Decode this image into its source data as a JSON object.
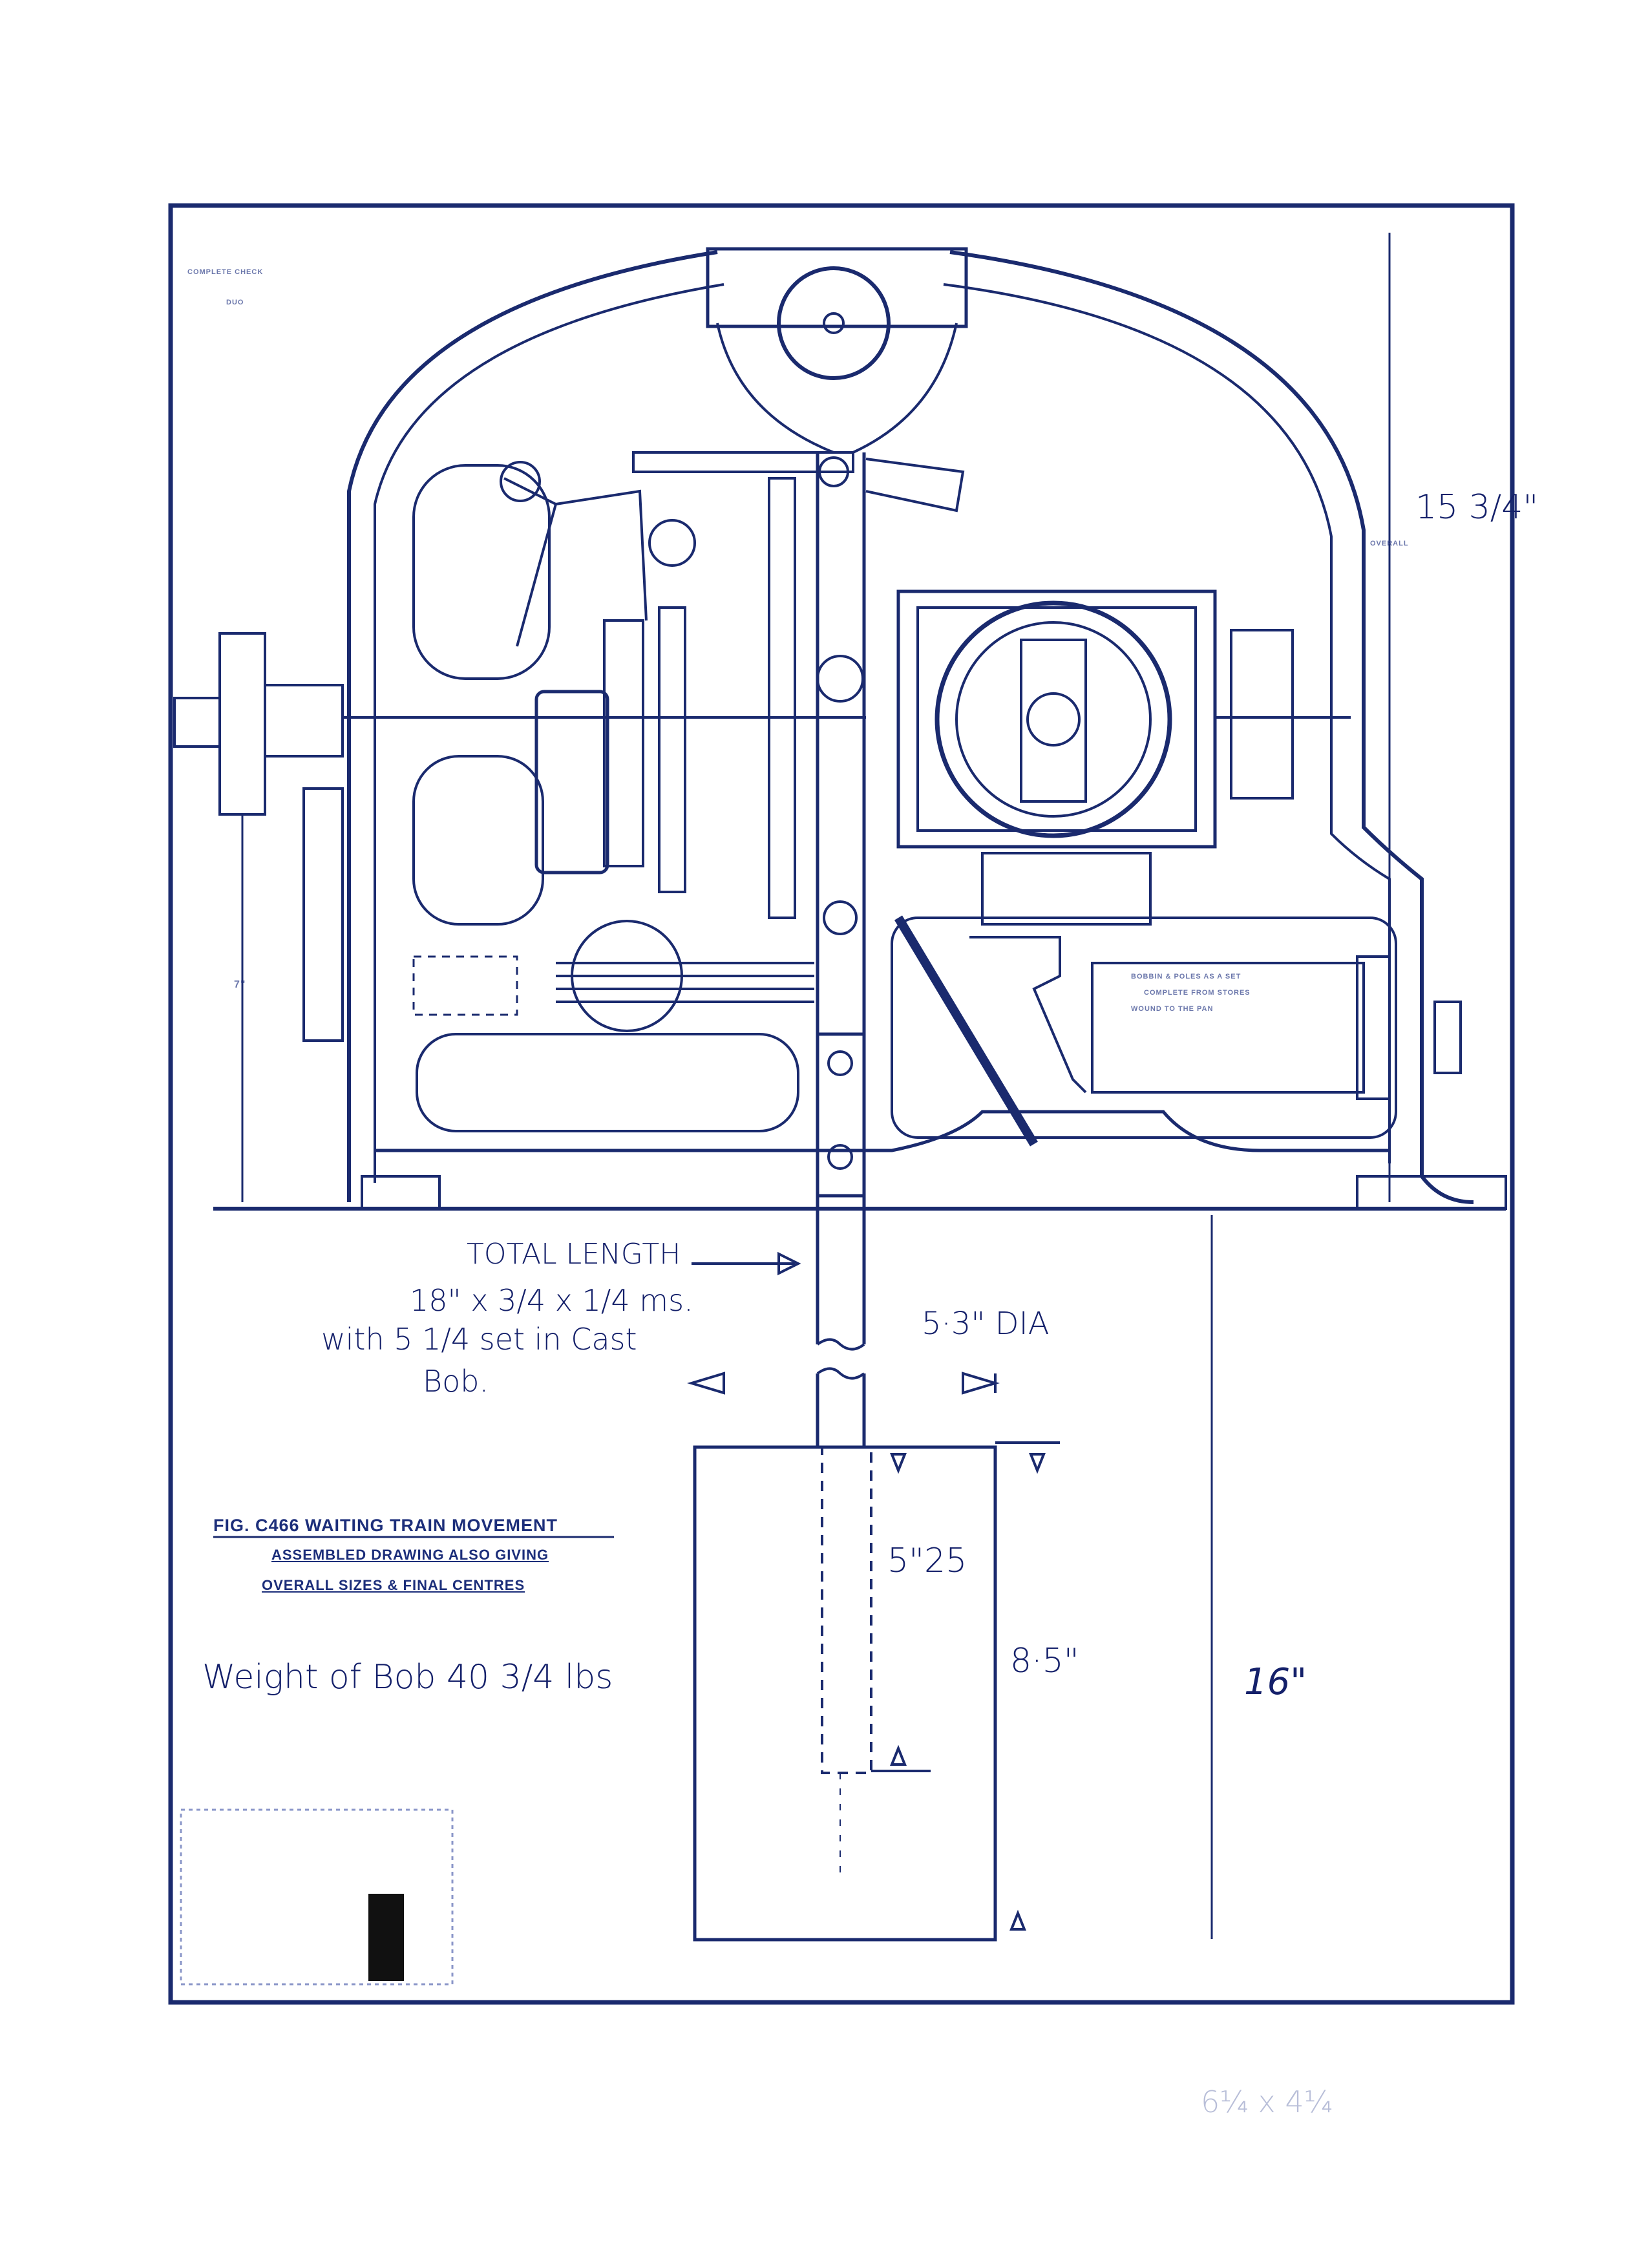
{
  "drawing": {
    "ink_color": "#1a2a6e",
    "title_lines": [
      "FIG. C466 WAITING TRAIN MOVEMENT",
      "ASSEMBLED DRAWING ALSO GIVING",
      "OVERALL SIZES & FINAL CENTRES"
    ],
    "corner_notes": [
      "COMPLETE CHECK",
      "DUO"
    ],
    "printed_labels": {
      "height_label": "OVERALL",
      "solenoid_note": [
        "BOBBIN & POLES AS A SET",
        "COMPLETE FROM STORES",
        "WOUND TO THE PAN"
      ],
      "left_dim": "7\""
    }
  },
  "annotations": {
    "total_length": "TOTAL LENGTH",
    "rod_size": "18\" x 3/4 x 1/4 ms.",
    "set_note": "with 5 1/4 set in Cast",
    "bob_word": "Bob.",
    "bob_dia": "5·3\" DIA",
    "slot_length": "5\"25",
    "bob_height": "8·5\"",
    "overall_bob": "16\"",
    "overall_height": "15 3/4\"",
    "bob_weight": "Weight of Bob 40 3/4 lbs",
    "faint_note": "6¼ x 4¼"
  }
}
